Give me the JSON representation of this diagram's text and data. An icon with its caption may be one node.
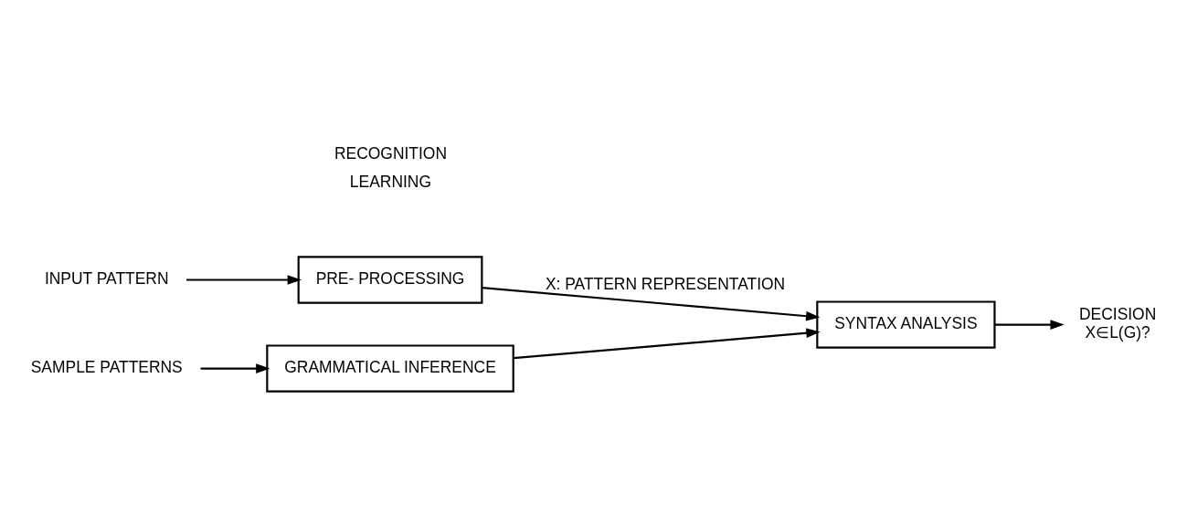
{
  "diagram": {
    "nodes": [
      {
        "text": [
          "INPUT PATTERN"
        ]
      },
      {
        "text": [
          "PRE- PROCESSING"
        ]
      },
      {
        "text": [
          "SYNTAX ANALYSIS"
        ]
      },
      {
        "text": [
          "DECISION",
          "X∈L(G)?"
        ]
      },
      {
        "text": [
          "SAMPLE PATTERNS"
        ]
      },
      {
        "text": [
          "GRAMMATICAL INFERENCE"
        ]
      }
    ],
    "edges": [
      {
        "from": 0,
        "to": 1,
        "arrow": "to"
      },
      {
        "from": 1,
        "to": 2,
        "arrow": "to",
        "label": "X: PATTERN REPRESENTATION"
      },
      {
        "from": 2,
        "to": 3,
        "arrow": "to"
      },
      {
        "from": 5,
        "to": 2,
        "arrow": "to"
      },
      {
        "from": 4,
        "to": 5,
        "arrow": "to"
      }
    ],
    "labels": [
      "RECOGNITION",
      "LEARNING"
    ]
  }
}
